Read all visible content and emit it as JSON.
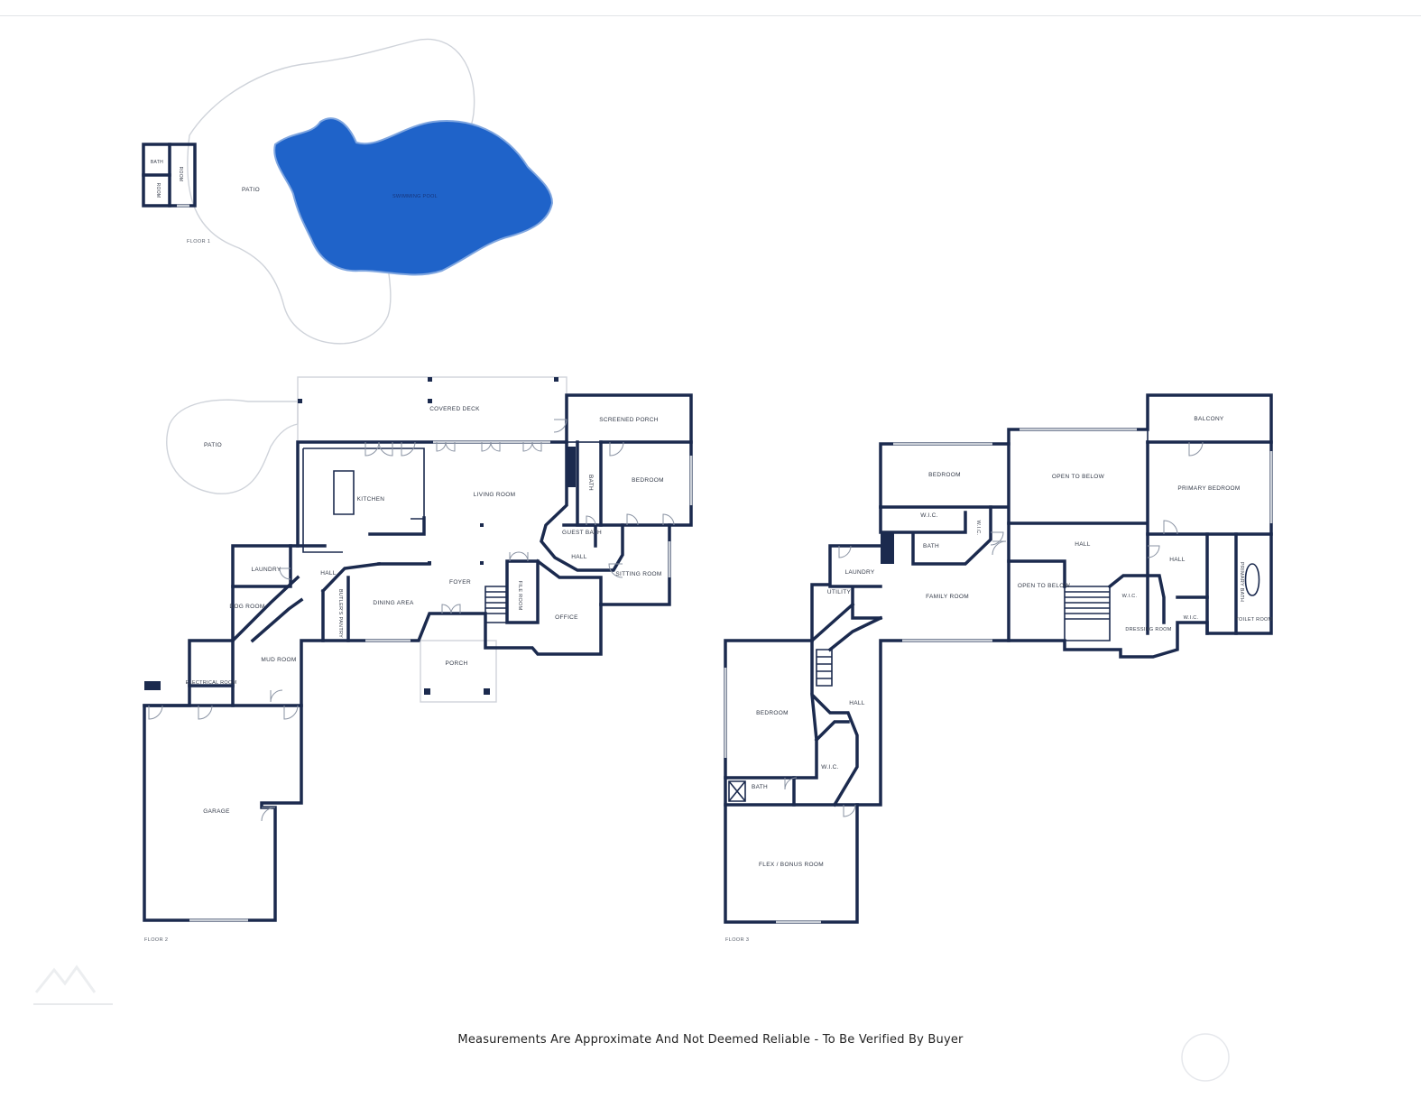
{
  "labels": {
    "f1_bath": "BATH",
    "f1_room": "ROOM",
    "f1_room2": "ROOM",
    "f1_patio": "PATIO",
    "f1_pool": "SWIMMING POOL",
    "f1_floor": "FLOOR 1",
    "f2_patio": "PATIO",
    "f2_covered_deck": "COVERED DECK",
    "f2_screened_porch": "SCREENED PORCH",
    "f2_kitchen": "KITCHEN",
    "f2_living_room": "LIVING ROOM",
    "f2_bath": "BATH",
    "f2_bedroom": "BEDROOM",
    "f2_guest_bath": "GUEST BATH",
    "f2_hall_1": "HALL",
    "f2_laundry": "LAUNDRY",
    "f2_hall_2": "HALL",
    "f2_butlers_pantry": "BUTLER'S PANTRY",
    "f2_dining_area": "DINING AREA",
    "f2_foyer": "FOYER",
    "f2_file_room": "FILE ROOM",
    "f2_sitting_room": "SITTING ROOM",
    "f2_office": "OFFICE",
    "f2_dog_room": "DOG ROOM",
    "f2_mud_room": "MUD ROOM",
    "f2_electrical_room": "ELECTRICAL ROOM",
    "f2_porch": "PORCH",
    "f2_garage": "GARAGE",
    "f2_floor": "FLOOR 2",
    "f3_balcony": "BALCONY",
    "f3_bedroom_1": "BEDROOM",
    "f3_open_to_below_1": "OPEN TO BELOW",
    "f3_primary_bedroom": "PRIMARY BEDROOM",
    "f3_wic_1": "W.I.C.",
    "f3_wic_2": "W.I.C.",
    "f3_bath_1": "BATH",
    "f3_hall_1": "HALL",
    "f3_hall_2": "HALL",
    "f3_laundry": "LAUNDRY",
    "f3_utility": "UTILITY",
    "f3_family_room": "FAMILY ROOM",
    "f3_open_to_below_2": "OPEN TO BELOW",
    "f3_wic_3": "W.I.C.",
    "f3_dressing_room": "DRESSING ROOM",
    "f3_wic_4": "W.I.C.",
    "f3_primary_bath": "PRIMARY BATH",
    "f3_toilet_room": "TOILET ROOM",
    "f3_bedroom_2": "BEDROOM",
    "f3_hall_3": "HALL",
    "f3_wic_5": "W.I.C.",
    "f3_bath_2": "BATH",
    "f3_flex_room": "FLEX / BONUS ROOM",
    "f3_floor": "FLOOR 3"
  },
  "disclaimer": "Measurements Are Approximate And Not Deemed Reliable - To Be Verified By Buyer",
  "colors": {
    "wall": "#1b2a4e",
    "pool": "#1f63c9",
    "outline": "#cfd3da"
  }
}
